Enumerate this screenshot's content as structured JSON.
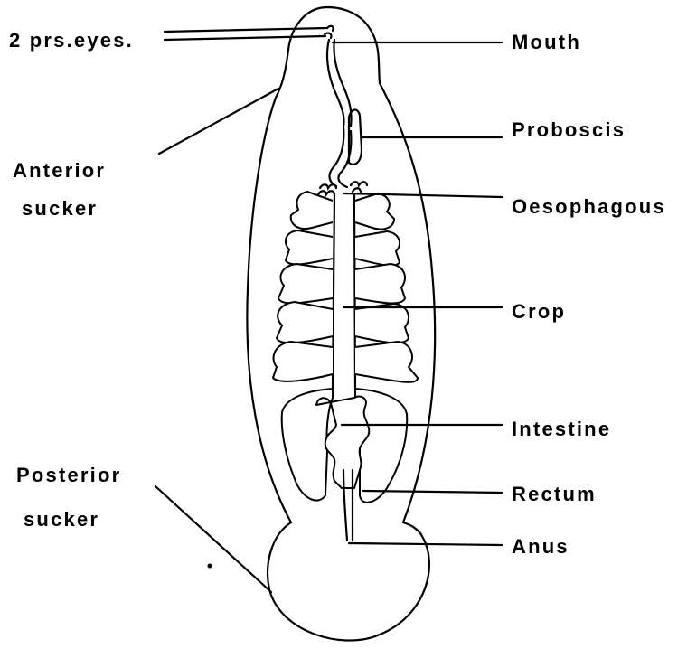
{
  "labels": {
    "eyes": "2 prs.eyes.",
    "anterior_sucker_1": "Anterior",
    "anterior_sucker_2": "sucker",
    "posterior_sucker_1": "Posterior",
    "posterior_sucker_2": "sucker",
    "mouth": "Mouth",
    "proboscis": "Proboscis",
    "oesophagous": "Oesophagous",
    "crop": "Crop",
    "intestine": "Intestine",
    "rectum": "Rectum",
    "anus": "Anus"
  },
  "colors": {
    "ink": "#000000",
    "background": "#ffffff"
  }
}
